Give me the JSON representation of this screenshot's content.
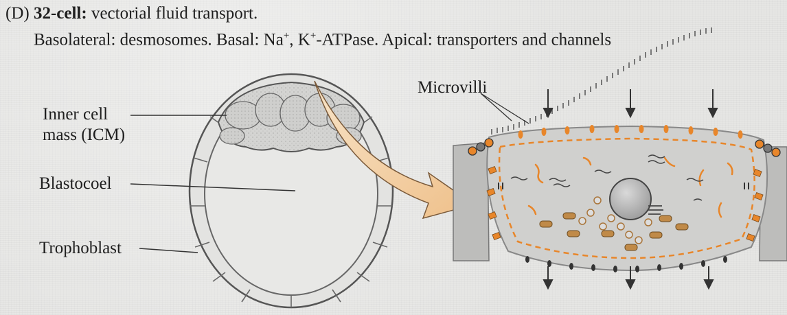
{
  "caption": {
    "panel_letter": "(D)",
    "stage": "32-cell:",
    "title_rest": "vectorial fluid transport.",
    "sub_basolateral": "Basolateral: desmosomes. Basal: Na",
    "plus1": "+",
    "comma_k": ", K",
    "plus2": "+",
    "rest": "-ATPase. Apical: transporters and channels"
  },
  "labels": {
    "icm_line1": "Inner cell",
    "icm_line2": "mass (ICM)",
    "blastocoel": "Blastocoel",
    "trophoblast": "Trophoblast",
    "microvilli": "Microvilli"
  },
  "colors": {
    "orange": "#e8862a",
    "brown": "#a9753a",
    "cell_fill": "#d2d2d0",
    "membrane": "#8a8a8a"
  }
}
